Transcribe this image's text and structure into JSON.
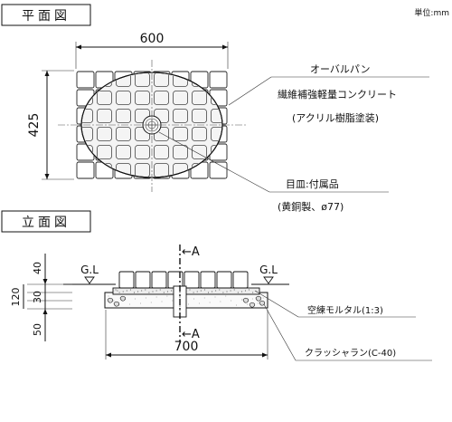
{
  "labels": {
    "plan_title": "平面図",
    "elev_title": "立面図",
    "unit": "単位:mm"
  },
  "dimensions": {
    "plan_width": "600",
    "plan_height": "425",
    "elev_width": "700",
    "elev_d1": "40",
    "elev_d2": "120",
    "elev_d3": "30",
    "elev_d4": "50"
  },
  "section": {
    "marker_top": "←A",
    "marker_bottom": "←A"
  },
  "ground": {
    "left": "G.L",
    "right": "G.L"
  },
  "callouts": {
    "pan_line1": "オーバルパン",
    "pan_line2": "繊維補強軽量コンクリート",
    "pan_line3": "(アクリル樹脂塗装)",
    "drain_line1": "目皿:付属品",
    "drain_line2": "(黄銅製、ø77)",
    "mortar": "空練モルタル(1:3)",
    "crusher": "クラッシャラン(C-40)"
  },
  "colors": {
    "line": "#111111",
    "tile_fill": "#ffffff",
    "oval_fill": "#f4f4f4"
  }
}
